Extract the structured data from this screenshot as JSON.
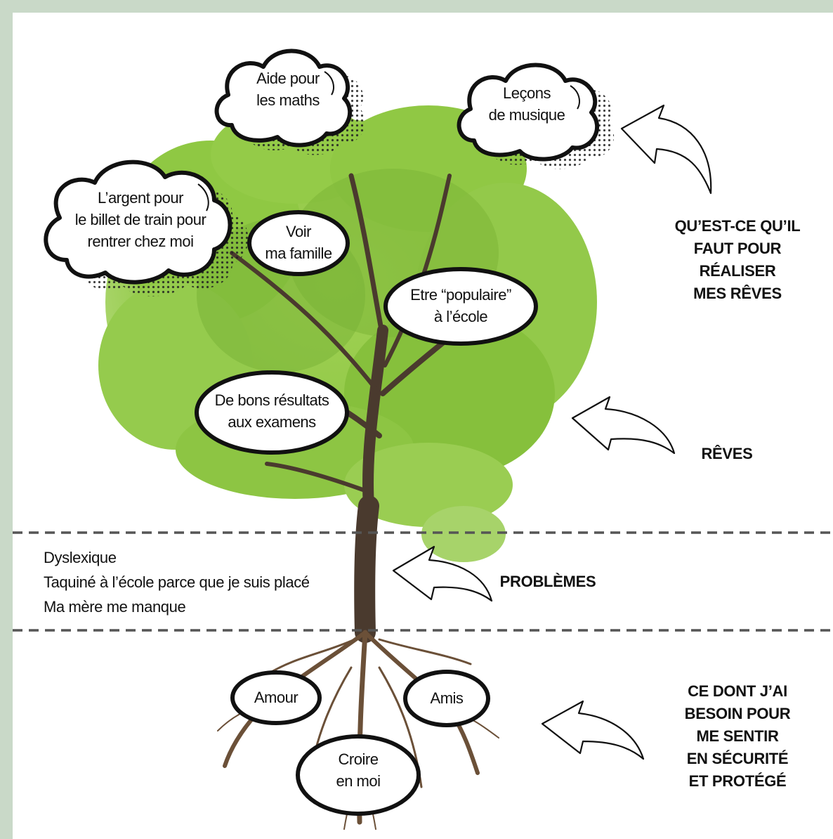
{
  "colors": {
    "sidebar": "#c9d9c8",
    "leaves": "#8cc63f",
    "leaves_dark": "#5a9a2a",
    "trunk": "#4a3a2e",
    "dashed_line": "#555555"
  },
  "sections": {
    "dreams_needs_label": "QU’EST-CE QU’IL\nFAUT POUR\nRÉALISER\nMES RÊVES",
    "dreams_label": "RÊVES",
    "problems_label": "PROBLÈMES",
    "roots_label": "CE DONT J’AI\nBESOIN POUR\nME SENTIR\nEN SÉCURITÉ\nET PROTÉGÉ"
  },
  "clouds": {
    "maths": "Aide pour\nles maths",
    "music": "Leçons\nde musique",
    "train": "L’argent pour\nle billet de train pour\nrentrer chez moi"
  },
  "dreams": {
    "family": "Voir\nma famille",
    "popular": "Etre “populaire”\nà l’école",
    "results": "De bons résultats\naux examens"
  },
  "problems": [
    "Dyslexique",
    "Taquiné à l’école parce que je suis placé",
    "Ma mère me manque"
  ],
  "roots": {
    "love": "Amour",
    "friends": "Amis",
    "believe": "Croire\nen moi"
  }
}
